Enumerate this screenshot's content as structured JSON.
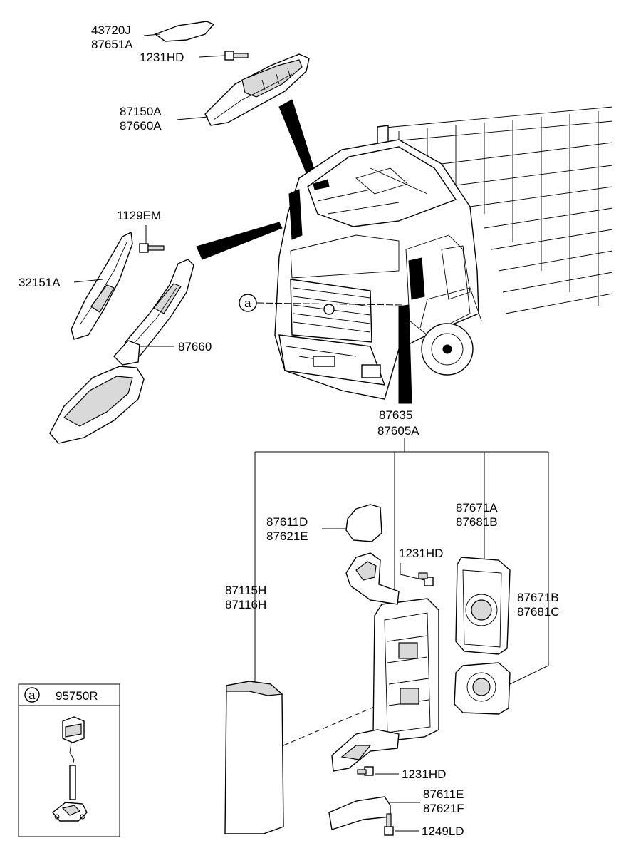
{
  "labels": {
    "l_43720J": "43720J",
    "l_87651A": "87651A",
    "l_1231HD_top": "1231HD",
    "l_87150A": "87150A",
    "l_87660A": "87660A",
    "l_1129EM": "1129EM",
    "l_32151A": "32151A",
    "l_87660": "87660",
    "l_a_main": "a",
    "l_87635": "87635",
    "l_87605A": "87605A",
    "l_87611D": "87611D",
    "l_87621E": "87621E",
    "l_1231HD_mid": "1231HD",
    "l_87671A": "87671A",
    "l_87681B": "87681B",
    "l_87671B": "87671B",
    "l_87681C": "87681C",
    "l_87115H": "87115H",
    "l_87116H": "87116H",
    "l_1231HD_low": "1231HD",
    "l_87611E": "87611E",
    "l_87621F": "87621F",
    "l_1249LD": "1249LD",
    "l_a_inset": "a",
    "l_95750R": "95750R"
  }
}
